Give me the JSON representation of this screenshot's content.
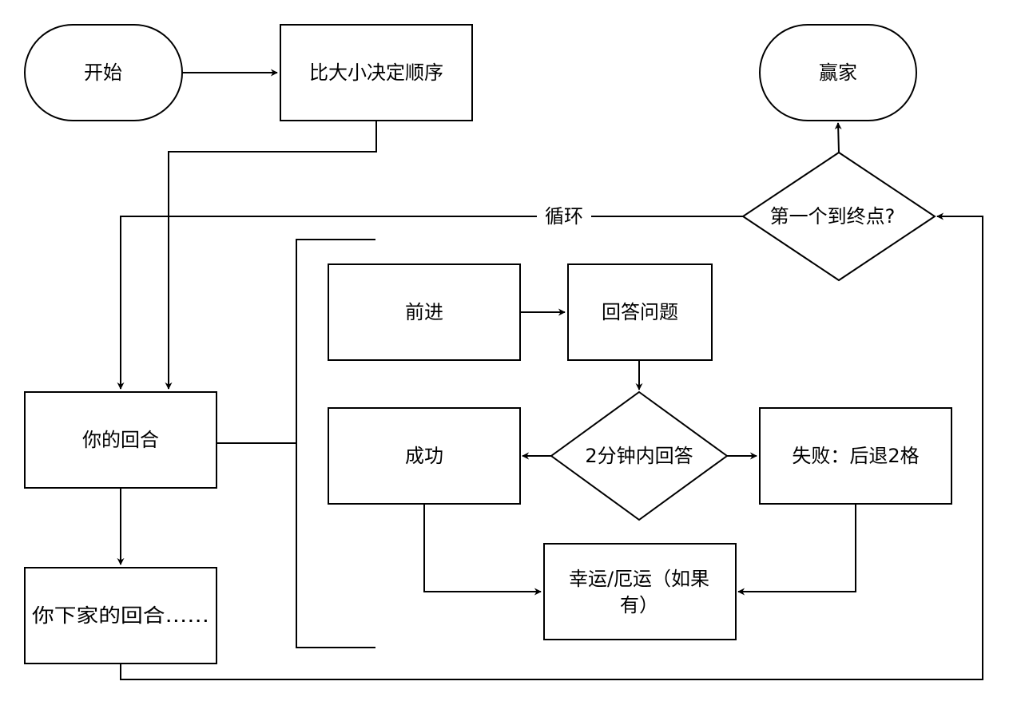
{
  "diagram": {
    "type": "flowchart",
    "colors": {
      "stroke": "#000000",
      "fill": "#ffffff",
      "text": "#000000"
    },
    "nodes": {
      "start": {
        "label": "开始",
        "shape": "terminator"
      },
      "order": {
        "label": "比大小决定顺序",
        "shape": "process"
      },
      "winner": {
        "label": "赢家",
        "shape": "terminator"
      },
      "first_to_finish": {
        "label": "第一个到终点?",
        "shape": "decision"
      },
      "your_turn": {
        "label": "你的回合",
        "shape": "process"
      },
      "next_turn": {
        "label": "你下家的回合……",
        "shape": "process"
      },
      "advance": {
        "label": "前进",
        "shape": "process"
      },
      "answer": {
        "label": "回答问题",
        "shape": "process"
      },
      "within_2min": {
        "label": "2分钟内回答",
        "shape": "decision"
      },
      "success": {
        "label": "成功",
        "shape": "process"
      },
      "fail": {
        "label": "失败：后退2格",
        "shape": "process"
      },
      "luck": {
        "label_line1": "幸运/厄运（如果",
        "label_line2": "有）",
        "shape": "process"
      }
    },
    "edge_labels": {
      "loop": "循环"
    },
    "edges": [
      {
        "from": "start",
        "to": "order"
      },
      {
        "from": "order",
        "to": "your_turn"
      },
      {
        "from": "first_to_finish",
        "to": "your_turn",
        "label": "循环"
      },
      {
        "from": "first_to_finish",
        "to": "winner"
      },
      {
        "from": "your_turn",
        "to": "next_turn"
      },
      {
        "from": "next_turn",
        "to": "first_to_finish"
      },
      {
        "from": "advance",
        "to": "answer"
      },
      {
        "from": "answer",
        "to": "within_2min"
      },
      {
        "from": "within_2min",
        "to": "success"
      },
      {
        "from": "within_2min",
        "to": "fail"
      },
      {
        "from": "success",
        "to": "luck"
      },
      {
        "from": "fail",
        "to": "luck"
      }
    ]
  }
}
